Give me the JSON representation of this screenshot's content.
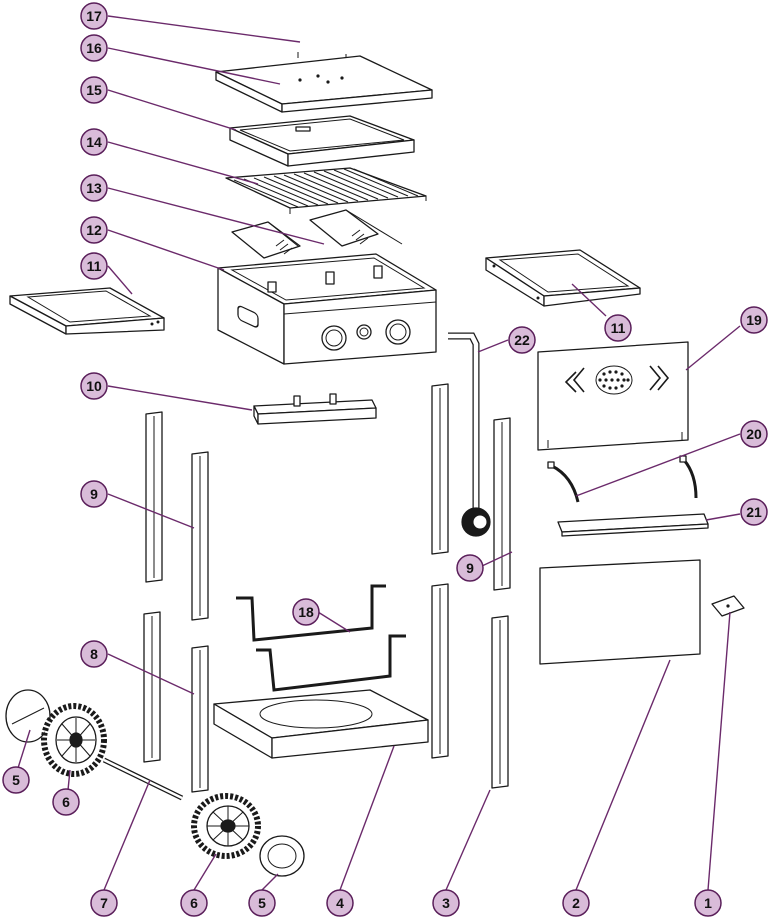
{
  "callouts": {
    "c17": "17",
    "c16": "16",
    "c15": "15",
    "c14": "14",
    "c13": "13",
    "c12": "12",
    "c11a": "11",
    "c11b": "11",
    "c10": "10",
    "c22": "22",
    "c19": "19",
    "c20": "20",
    "c21": "21",
    "c9a": "9",
    "c9b": "9",
    "c18": "18",
    "c8": "8",
    "c5a": "5",
    "c6a": "6",
    "c7": "7",
    "c6b": "6",
    "c5b": "5",
    "c4": "4",
    "c3": "3",
    "c2": "2",
    "c1": "1"
  },
  "colors": {
    "callout_fill": "#d9bcd9",
    "callout_stroke": "#5a1f5a",
    "leader": "#6b2a6b",
    "line_art": "#1a1a1a"
  }
}
